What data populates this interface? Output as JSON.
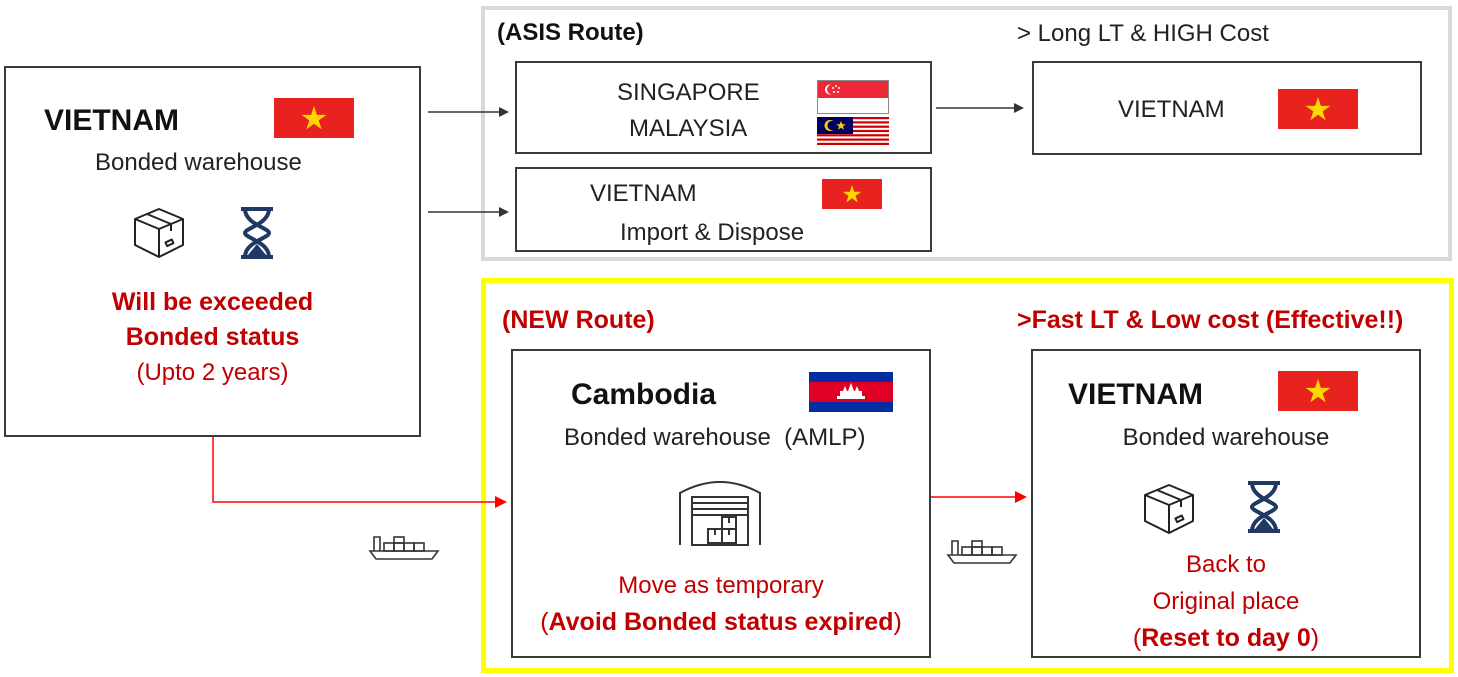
{
  "source": {
    "title": "VIETNAM",
    "subtitle": "Bonded warehouse",
    "warning_line1": "Will be exceeded",
    "warning_line2": "Bonded status",
    "warning_line3": "(Upto 2 years)",
    "flag": "vietnam-flag",
    "icons": [
      "box-icon",
      "hourglass-icon"
    ]
  },
  "asis": {
    "label": "(ASIS Route)",
    "note": "> Long LT & HIGH Cost",
    "transit_box": {
      "line1": "SINGAPORE",
      "line2": "MALAYSIA",
      "flags": [
        "singapore-flag",
        "malaysia-flag"
      ]
    },
    "dest_box": {
      "title": "VIETNAM",
      "flag": "vietnam-flag"
    },
    "dispose_box": {
      "line1": "VIETNAM",
      "line2": "Import & Dispose",
      "flag": "vietnam-flag"
    },
    "border_color": "#d9d9d9"
  },
  "new_route": {
    "label": "(NEW Route)",
    "note": ">Fast LT & Low cost (Effective!!)",
    "border_color": "#ffff00",
    "cambodia_box": {
      "title": "Cambodia",
      "subtitle": "Bonded warehouse  (AMLP)",
      "line1": "Move as temporary",
      "paren_open": "(",
      "bold_text": "Avoid Bonded status expired",
      "paren_close": ")",
      "flag": "cambodia-flag",
      "icon": "warehouse-icon"
    },
    "vietnam_box": {
      "title": "VIETNAM",
      "subtitle": "Bonded warehouse",
      "line1": "Back to",
      "line2": "Original place",
      "paren_open": "(",
      "bold_text": "Reset to day 0",
      "paren_close": ")",
      "flag": "vietnam-flag",
      "icons": [
        "box-icon",
        "hourglass-icon"
      ]
    }
  },
  "colors": {
    "accent_red": "#c00000",
    "arrow_red": "#ff0000",
    "vn_red": "#e8231f",
    "vn_star": "#ffd700"
  },
  "transport_icons": [
    "ship-icon",
    "ship-icon"
  ]
}
